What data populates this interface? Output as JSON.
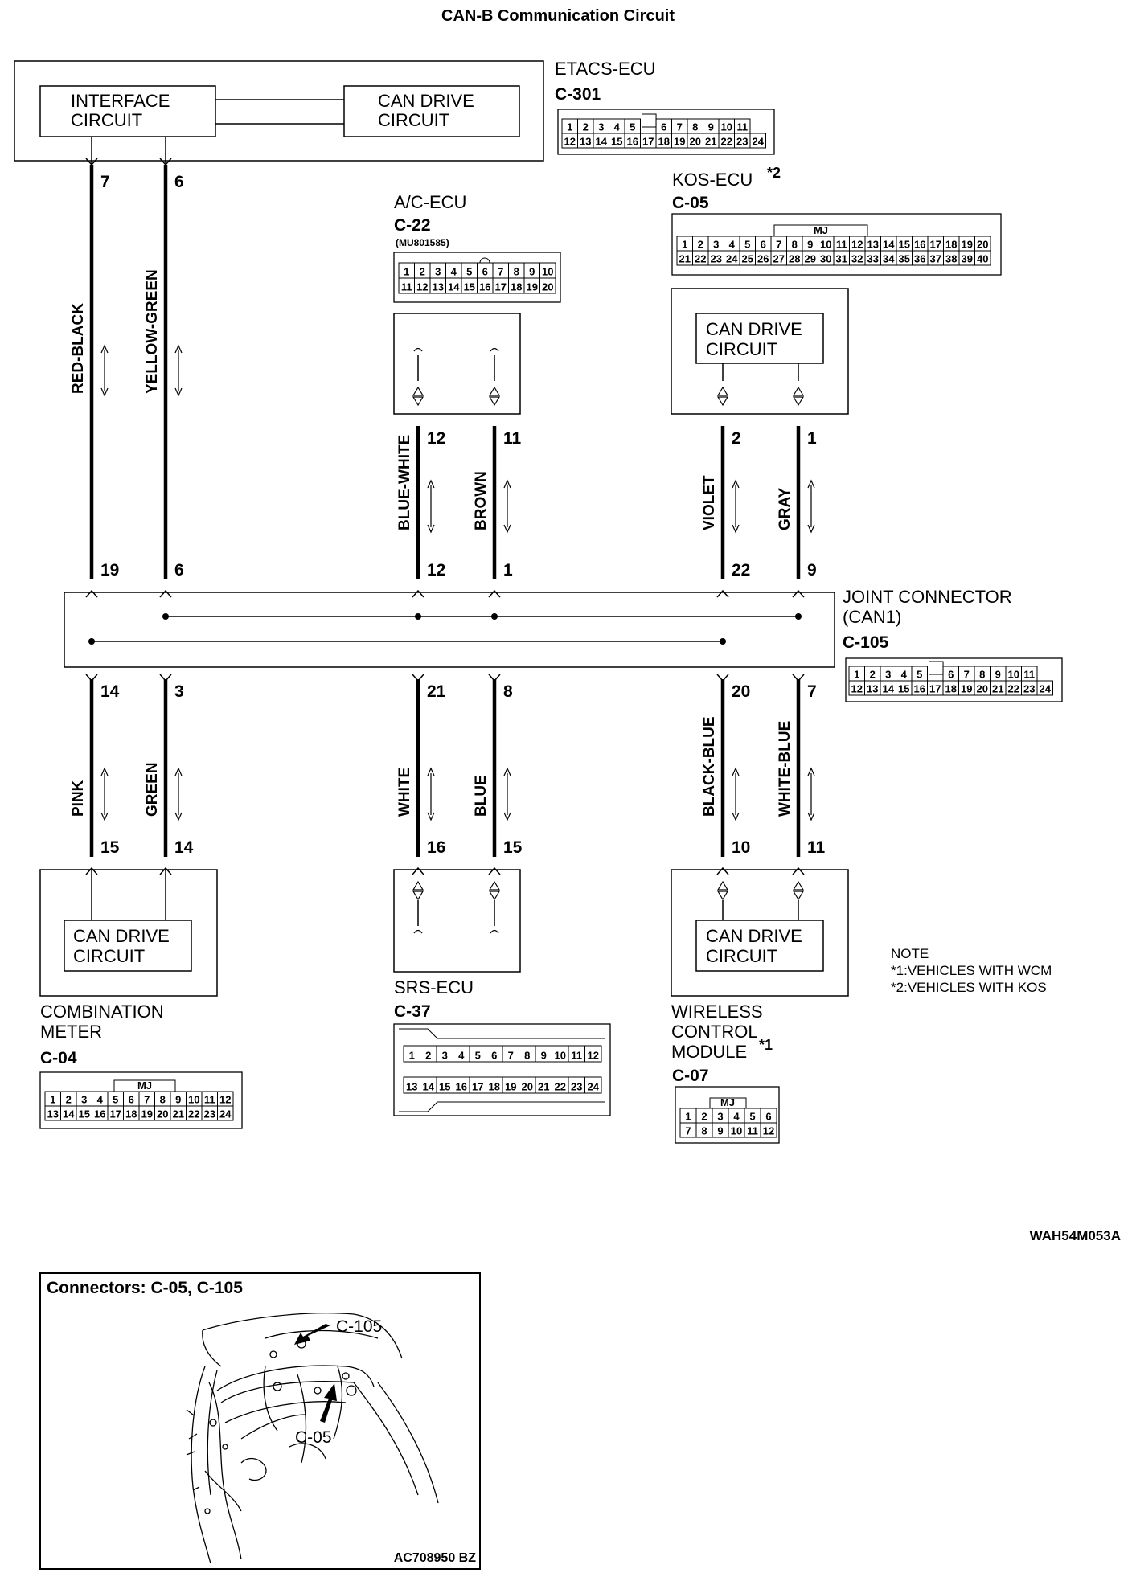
{
  "title": "CAN-B Communication Circuit",
  "figure_code": "WAH54M053A",
  "etacs": {
    "name": "ETACS-ECU",
    "connector": "C-301",
    "left_block": [
      "INTERFACE",
      "CIRCUIT"
    ],
    "right_block": [
      "CAN DRIVE",
      "CIRCUIT"
    ],
    "pins_top": [
      "1",
      "2",
      "3",
      "4",
      "5",
      "6",
      "7",
      "8",
      "9",
      "10",
      "11"
    ],
    "pins_bottom": [
      "12",
      "13",
      "14",
      "15",
      "16",
      "17",
      "18",
      "19",
      "20",
      "21",
      "22",
      "23",
      "24"
    ]
  },
  "ac_ecu": {
    "name": "A/C-ECU",
    "connector": "C-22",
    "part_no": "(MU801585)",
    "pins_top": [
      "1",
      "2",
      "3",
      "4",
      "5",
      "6",
      "7",
      "8",
      "9",
      "10"
    ],
    "pins_bottom": [
      "11",
      "12",
      "13",
      "14",
      "15",
      "16",
      "17",
      "18",
      "19",
      "20"
    ]
  },
  "kos_ecu": {
    "name": "KOS-ECU",
    "star": "*2",
    "connector": "C-05",
    "mj": "MJ",
    "block": [
      "CAN DRIVE",
      "CIRCUIT"
    ],
    "pins_top": [
      "1",
      "2",
      "3",
      "4",
      "5",
      "6",
      "7",
      "8",
      "9",
      "10",
      "11",
      "12",
      "13",
      "14",
      "15",
      "16",
      "17",
      "18",
      "19",
      "20"
    ],
    "pins_bottom": [
      "21",
      "22",
      "23",
      "24",
      "25",
      "26",
      "27",
      "28",
      "29",
      "30",
      "31",
      "32",
      "33",
      "34",
      "35",
      "36",
      "37",
      "38",
      "39",
      "40"
    ]
  },
  "joint": {
    "name_l1": "JOINT CONNECTOR",
    "name_l2": "(CAN1)",
    "connector": "C-105",
    "pins_top": [
      "1",
      "2",
      "3",
      "4",
      "5",
      "6",
      "7",
      "8",
      "9",
      "10",
      "11"
    ],
    "pins_bottom": [
      "12",
      "13",
      "14",
      "15",
      "16",
      "17",
      "18",
      "19",
      "20",
      "21",
      "22",
      "23",
      "24"
    ]
  },
  "combination_meter": {
    "name_l1": "COMBINATION",
    "name_l2": "METER",
    "connector": "C-04",
    "mj": "MJ",
    "block": [
      "CAN DRIVE",
      "CIRCUIT"
    ],
    "pins_top": [
      "1",
      "2",
      "3",
      "4",
      "5",
      "6",
      "7",
      "8",
      "9",
      "10",
      "11",
      "12"
    ],
    "pins_bottom": [
      "13",
      "14",
      "15",
      "16",
      "17",
      "18",
      "19",
      "20",
      "21",
      "22",
      "23",
      "24"
    ]
  },
  "srs_ecu": {
    "name": "SRS-ECU",
    "connector": "C-37",
    "pins_top": [
      "1",
      "2",
      "3",
      "4",
      "5",
      "6",
      "7",
      "8",
      "9",
      "10",
      "11",
      "12"
    ],
    "pins_bottom": [
      "13",
      "14",
      "15",
      "16",
      "17",
      "18",
      "19",
      "20",
      "21",
      "22",
      "23",
      "24"
    ]
  },
  "wcm": {
    "name_l1": "WIRELESS",
    "name_l2": "CONTROL",
    "name_l3": "MODULE",
    "star": "*1",
    "connector": "C-07",
    "mj": "MJ",
    "block": [
      "CAN DRIVE",
      "CIRCUIT"
    ],
    "pins_top": [
      "1",
      "2",
      "3",
      "4",
      "5",
      "6"
    ],
    "pins_bottom": [
      "7",
      "8",
      "9",
      "10",
      "11",
      "12"
    ]
  },
  "note": {
    "heading": "NOTE",
    "items": [
      "*1:VEHICLES WITH WCM",
      "*2:VEHICLES WITH KOS"
    ]
  },
  "wires": {
    "upper": [
      {
        "color": "RED-BLACK",
        "pin_top": "7",
        "pin_bottom": "19"
      },
      {
        "color": "YELLOW-GREEN",
        "pin_top": "6",
        "pin_bottom": "6"
      },
      {
        "color": "BLUE-WHITE",
        "pin_top": "12",
        "pin_bottom": "12"
      },
      {
        "color": "BROWN",
        "pin_top": "11",
        "pin_bottom": "1"
      },
      {
        "color": "VIOLET",
        "pin_top": "2",
        "pin_bottom": "22"
      },
      {
        "color": "GRAY",
        "pin_top": "1",
        "pin_bottom": "9"
      }
    ],
    "lower": [
      {
        "color": "PINK",
        "pin_top": "14",
        "pin_bottom": "15"
      },
      {
        "color": "GREEN",
        "pin_top": "3",
        "pin_bottom": "14"
      },
      {
        "color": "WHITE",
        "pin_top": "21",
        "pin_bottom": "16"
      },
      {
        "color": "BLUE",
        "pin_top": "8",
        "pin_bottom": "15"
      },
      {
        "color": "BLACK-BLUE",
        "pin_top": "20",
        "pin_bottom": "10"
      },
      {
        "color": "WHITE-BLUE",
        "pin_top": "7",
        "pin_bottom": "11"
      }
    ]
  },
  "inset": {
    "title": "Connectors: C-05, C-105",
    "label_c105": "C-105",
    "label_c05": "C-05",
    "code": "AC708950 BZ"
  }
}
